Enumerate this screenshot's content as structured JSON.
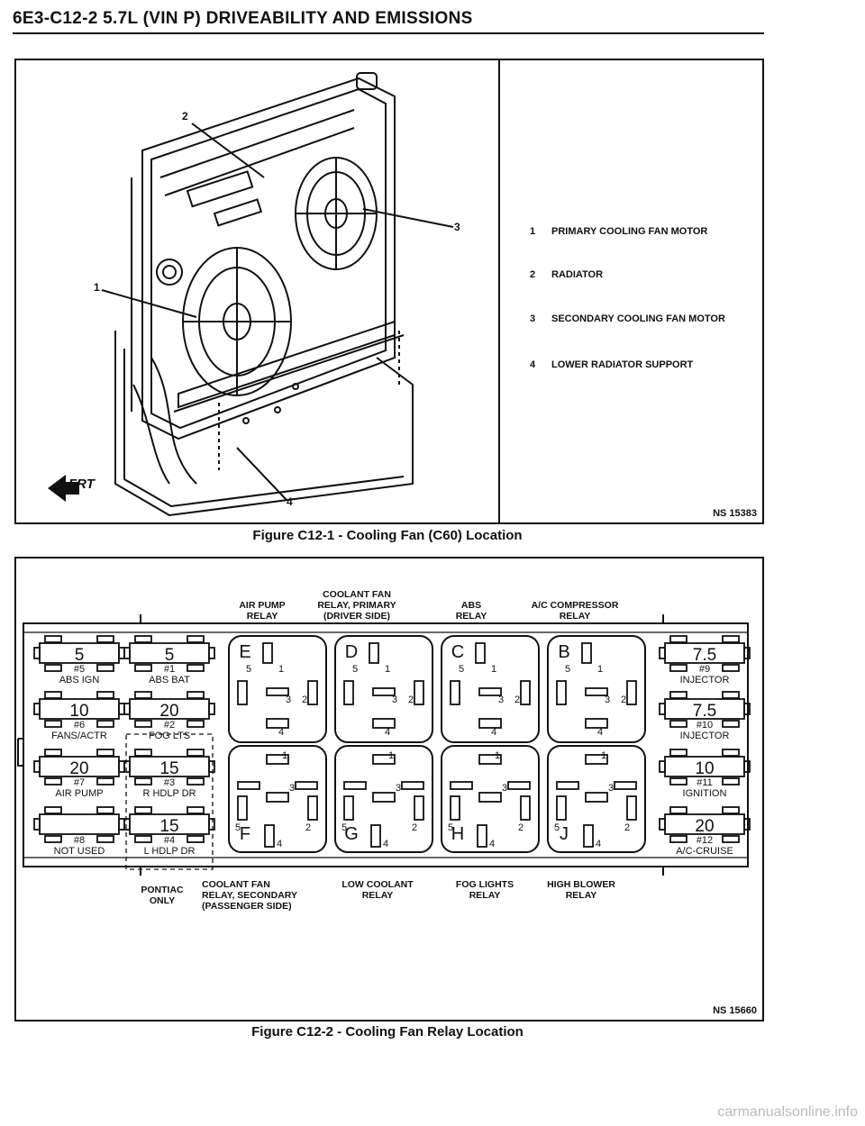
{
  "header": {
    "title": "6E3-C12-2 5.7L (VIN P) DRIVEABILITY AND EMISSIONS"
  },
  "figure1": {
    "caption": "Figure C12-1 - Cooling Fan (C60) Location",
    "ref": "NS 15383",
    "frt_label": "FRT",
    "callouts": [
      "1",
      "2",
      "3",
      "4"
    ],
    "legend": [
      {
        "num": "1",
        "text": "PRIMARY COOLING FAN MOTOR"
      },
      {
        "num": "2",
        "text": "RADIATOR"
      },
      {
        "num": "3",
        "text": "SECONDARY COOLING FAN MOTOR"
      },
      {
        "num": "4",
        "text": "LOWER RADIATOR SUPPORT"
      }
    ]
  },
  "figure2": {
    "caption": "Figure C12-2 - Cooling Fan Relay Location",
    "ref": "NS 15660",
    "top_labels": {
      "air_pump": "AIR PUMP\nRELAY",
      "coolant_primary": "COOLANT FAN\nRELAY, PRIMARY\n(DRIVER SIDE)",
      "abs": "ABS\nRELAY",
      "ac": "A/C COMPRESSOR\nRELAY"
    },
    "bottom_labels": {
      "coolant_secondary": "COOLANT FAN\nRELAY, SECONDARY\n(PASSENGER SIDE)",
      "low_coolant": "LOW COOLANT\nRELAY",
      "fog": "FOG LIGHTS\nRELAY",
      "high_blower": "HIGH BLOWER\nRELAY",
      "pontiac": "PONTIAC\nONLY"
    },
    "relays_top": [
      "E",
      "D",
      "C",
      "B"
    ],
    "relays_bottom": [
      "F",
      "G",
      "H",
      "J"
    ],
    "pins": {
      "p1": "1",
      "p2": "2",
      "p3": "3",
      "p4": "4",
      "p5": "5"
    },
    "fuses_left": [
      {
        "amp": "5",
        "num": "#5",
        "label": "ABS IGN"
      },
      {
        "amp": "10",
        "num": "#6",
        "label": "FANS/ACTR"
      },
      {
        "amp": "20",
        "num": "#7",
        "label": "AIR PUMP"
      },
      {
        "amp": "",
        "num": "#8",
        "label": "NOT USED"
      }
    ],
    "fuses_mid": [
      {
        "amp": "5",
        "num": "#1",
        "label": "ABS BAT"
      },
      {
        "amp": "20",
        "num": "#2",
        "label": "FOG LTS"
      },
      {
        "amp": "15",
        "num": "#3",
        "label": "R HDLP DR"
      },
      {
        "amp": "15",
        "num": "#4",
        "label": "L HDLP DR"
      }
    ],
    "fuses_right": [
      {
        "amp": "7.5",
        "num": "#9",
        "label": "INJECTOR"
      },
      {
        "amp": "7.5",
        "num": "#10",
        "label": "INJECTOR"
      },
      {
        "amp": "10",
        "num": "#11",
        "label": "IGNITION"
      },
      {
        "amp": "20",
        "num": "#12",
        "label": "A/C-CRUISE"
      }
    ]
  },
  "watermark": "carmanualsonline.info"
}
